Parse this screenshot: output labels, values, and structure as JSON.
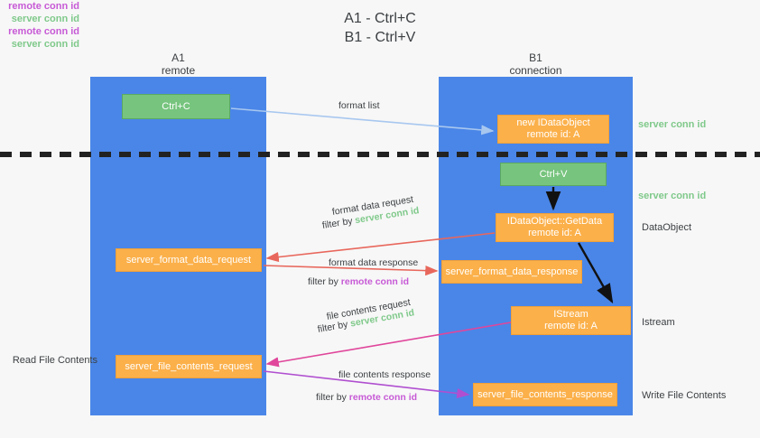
{
  "title": {
    "line1": "A1 - Ctrl+C",
    "line2": "B1 - Ctrl+V"
  },
  "lanes": [
    {
      "id": "a1",
      "name": "A1",
      "role": "remote",
      "color": "#4a86e8"
    },
    {
      "id": "b1",
      "name": "B1",
      "role": "connection",
      "color": "#4a86e8"
    }
  ],
  "colors": {
    "lane": "#4a86e8",
    "green_box": "#76c47d",
    "orange_box": "#fbb04a",
    "server_conn": "#7fc98a",
    "remote_conn": "#c75ad6",
    "arrow_blue": "#a8c7ef",
    "arrow_red": "#e8675c",
    "arrow_magenta": "#e0469b",
    "arrow_purple": "#b04fd0",
    "arrow_black": "#000000",
    "divider": "#222222"
  },
  "boxes": {
    "ctrl_c": {
      "label": "Ctrl+C",
      "sub": ""
    },
    "ctrl_v": {
      "label": "Ctrl+V",
      "sub": ""
    },
    "new_idataobject": {
      "label": "new IDataObject",
      "sub": "remote id: A"
    },
    "getdata": {
      "label": "IDataObject::GetData",
      "sub": "remote id: A"
    },
    "istream": {
      "label": "IStream",
      "sub": "remote id: A"
    },
    "server_format_data_request": {
      "label": "server_format_data_request"
    },
    "server_format_data_response": {
      "label": "server_format_data_response"
    },
    "server_file_contents_request": {
      "label": "server_file_contents_request"
    },
    "server_file_contents_response": {
      "label": "server_file_contents_response"
    }
  },
  "captions": {
    "format_list": "format list",
    "format_data_request": "format data request",
    "filter_by": "filter by ",
    "server_conn_id": "server conn id",
    "remote_conn_id": "remote conn id",
    "format_data_response": "format data response",
    "file_contents_request": "file contents request",
    "file_contents_response": "file contents response"
  },
  "annotations": {
    "server_conn_id_top": "server conn id",
    "server_conn_id_mid": "server conn id",
    "dataobject": "DataObject",
    "istream": "Istream",
    "write_file_contents": "Write File Contents",
    "read_file_contents": "Read File Contents",
    "remote_conn_id": "remote conn id",
    "server_conn_id": "server conn id"
  }
}
